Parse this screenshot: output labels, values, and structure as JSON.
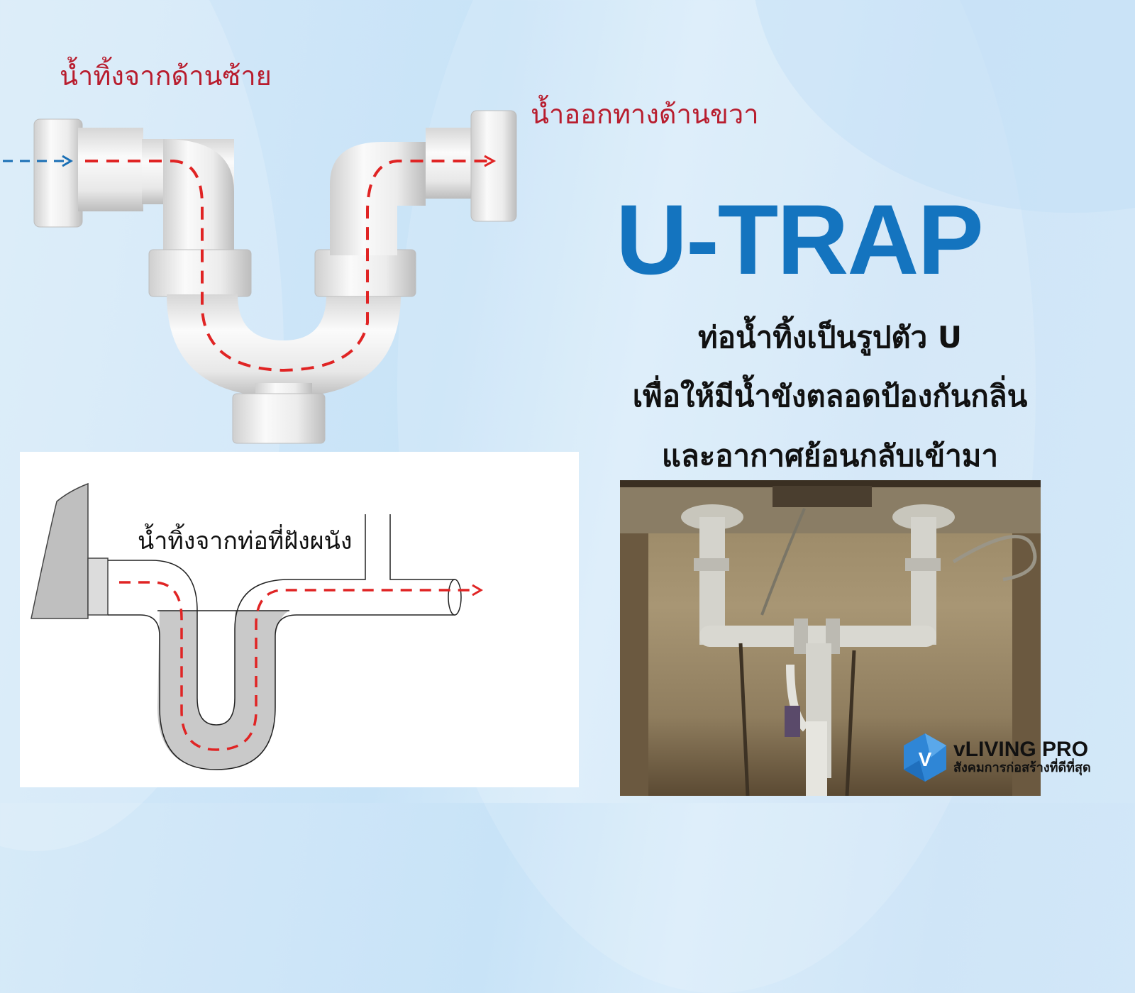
{
  "labels": {
    "inlet_left": "น้ำทิ้งจากด้านซ้าย",
    "outlet_right": "น้ำออกทางด้านขวา"
  },
  "headline": {
    "title": "U-TRAP",
    "description_lines": [
      "ท่อน้ำทิ้งเป็นรูปตัว U",
      "เพื่อให้มีน้ำขังตลอดป้องกันกลิ่น",
      "และอากาศย้อนกลับเข้ามา"
    ]
  },
  "diagram": {
    "wall_label": "น้ำทิ้งจากท่อที่ฝังผนัง"
  },
  "photo": {
    "subject": "under-sink-u-trap-installation-photo"
  },
  "brand": {
    "icon_letter": "V",
    "name": "vLIVING PRO",
    "tagline": "สังคมการก่อสร้างที่ดีที่สุด"
  },
  "colors": {
    "title_blue": "#1474bf",
    "label_red": "#b81d2e",
    "flow_red": "#e02424",
    "flow_blue": "#1a6fb5",
    "pipe_white": "#f2f2f2",
    "water_gray": "#c9c9c9"
  }
}
